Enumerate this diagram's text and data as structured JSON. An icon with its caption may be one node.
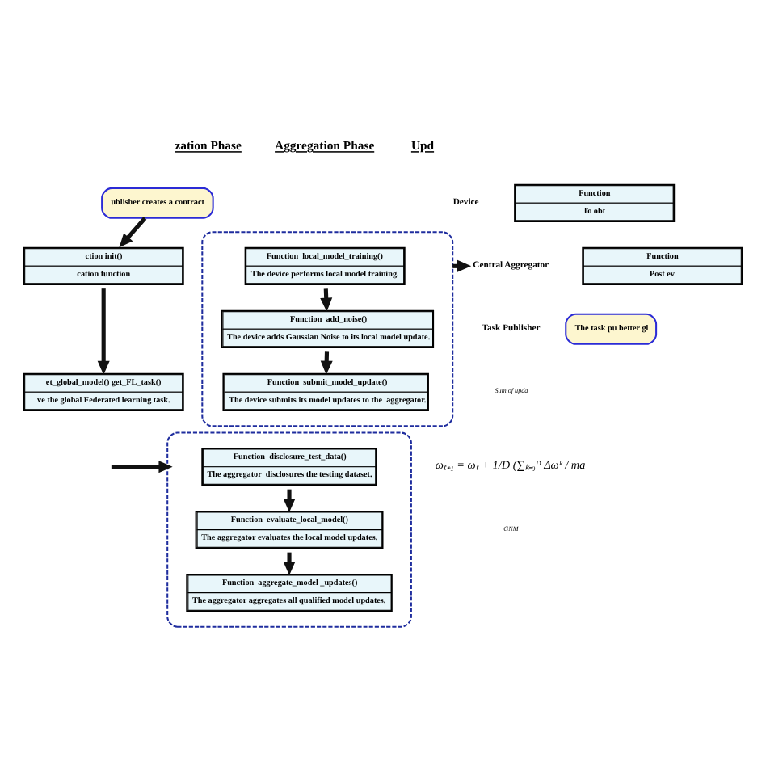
{
  "diagram": {
    "nodes": [
      {
        "text": [
          "ublisher creates a contract"
        ]
      },
      {
        "text": [
          "ction init()",
          "cation function"
        ]
      },
      {
        "text": [
          "et_global_model() get_FL_task()",
          "ve the global Federated learning task."
        ]
      },
      {
        "text": [],
        "shape": "box"
      },
      {
        "text": [
          "Function  local_model_training()",
          "The device performs local model training."
        ],
        "in": 3
      },
      {
        "text": [
          "Function  add_noise()",
          "The device adds Gaussian Noise to its local model update."
        ],
        "in": 3
      },
      {
        "text": [
          "Function  submit_model_update()",
          "The device submits its model updates to the  aggregator."
        ],
        "in": 3
      },
      {
        "text": [],
        "shape": "box"
      },
      {
        "text": [
          "Function  disclosure_test_data()",
          "The aggregator  disclosures the testing dataset."
        ],
        "in": 7
      },
      {
        "text": [
          "Function  evaluate_local_model()",
          "The aggregator evaluates the local model updates."
        ],
        "in": 7
      },
      {
        "text": [
          "Function  aggregate_model _updates()",
          "The aggregator aggregates all qualified model updates."
        ],
        "in": 7
      },
      {
        "text": [
          "Device"
        ]
      },
      {
        "text": [
          "Function",
          "To obt"
        ]
      },
      {
        "text": [
          "Central Aggregator"
        ]
      },
      {
        "text": [
          "Function",
          "Post ev"
        ]
      },
      {
        "text": [
          "Task Publisher"
        ]
      },
      {
        "text": [
          "The task pu better gl"
        ]
      }
    ],
    "edges": [
      {
        "from": 0,
        "to": 1,
        "arrow": "to"
      },
      {
        "from": 1,
        "to": 2,
        "arrow": "to"
      },
      {
        "from": 4,
        "to": 5,
        "arrow": "to"
      },
      {
        "from": 5,
        "to": 6,
        "arrow": "to"
      },
      {
        "from": 8,
        "to": 9,
        "arrow": "to"
      },
      {
        "from": 9,
        "to": 10,
        "arrow": "to"
      },
      {
        "from": null,
        "to": 7,
        "arrow": "to"
      },
      {
        "from": 3,
        "to": 13,
        "arrow": "to"
      }
    ],
    "labels": [
      "zation Phase",
      "Aggregation Phase",
      "Upd",
      "Sum of upda",
      "ωₜ₊₁ = ωₜ + 1/D (∑ₖ₌₀ᴰ Δωᵏ / ma",
      "GNM"
    ]
  }
}
